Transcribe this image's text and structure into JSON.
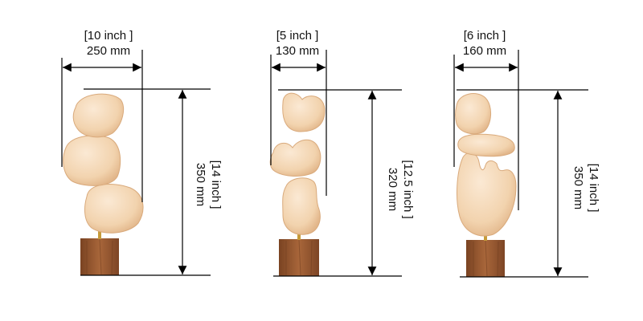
{
  "colors": {
    "stone": "#f4d8b8",
    "stone_shade": "#e8bf94",
    "stone_edge": "#d9aa7c",
    "wood": "#9a5c33",
    "wood_dark": "#6e3c1e",
    "rod": "#c69b3a",
    "line": "#000000"
  },
  "sculptures": [
    {
      "width_inch": "[10 inch ]",
      "width_mm": "250 mm",
      "height_inch": "[14 inch ]",
      "height_mm": "350 mm"
    },
    {
      "width_inch": "[5 inch ]",
      "width_mm": "130 mm",
      "height_inch": "[12.5 inch ]",
      "height_mm": "320 mm"
    },
    {
      "width_inch": "[6 inch ]",
      "width_mm": "160 mm",
      "height_inch": "[14 inch ]",
      "height_mm": "350 mm"
    }
  ]
}
